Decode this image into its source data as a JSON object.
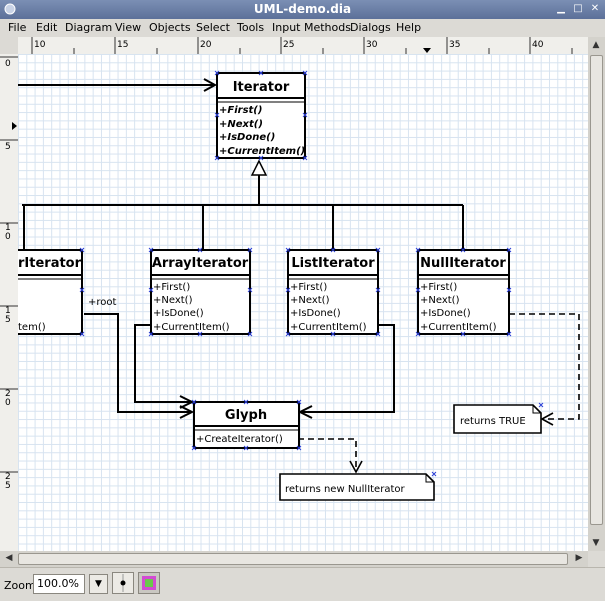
{
  "window": {
    "title": "UML-demo.dia"
  },
  "menu": [
    "File",
    "Edit",
    "Diagram",
    "View",
    "Objects",
    "Select",
    "Tools",
    "Input Methods",
    "Dialogs",
    "Help"
  ],
  "ruler": {
    "h_labels": [
      "10",
      "15",
      "20",
      "25",
      "30",
      "35",
      "40"
    ],
    "v_labels": [
      [
        "0"
      ],
      [
        "5"
      ],
      [
        "1",
        "0"
      ],
      [
        "1",
        "5"
      ],
      [
        "2",
        "0"
      ],
      [
        "2",
        "5"
      ]
    ]
  },
  "diagram": {
    "iterator": {
      "name": "Iterator",
      "ops": [
        "+First()",
        "+Next()",
        "+IsDone()",
        "+CurrentItem()"
      ]
    },
    "partial_class": {
      "name": "rIterator",
      "op": "tem()"
    },
    "array_iterator": {
      "name": "ArrayIterator",
      "ops": [
        "+First()",
        "+Next()",
        "+IsDone()",
        "+CurrentItem()"
      ]
    },
    "list_iterator": {
      "name": "ListIterator",
      "ops": [
        "+First()",
        "+Next()",
        "+IsDone()",
        "+CurrentItem()"
      ]
    },
    "null_iterator": {
      "name": "NullIterator",
      "ops": [
        "+First()",
        "+Next()",
        "+IsDone()",
        "+CurrentItem()"
      ]
    },
    "glyph": {
      "name": "Glyph",
      "ops": [
        "+CreateIterator()"
      ]
    },
    "root_label": "+root",
    "note_true": "returns TRUE",
    "note_null": "returns new NullIterator"
  },
  "statusbar": {
    "zoom_label": "Zoom",
    "zoom_value": "100.0%"
  }
}
